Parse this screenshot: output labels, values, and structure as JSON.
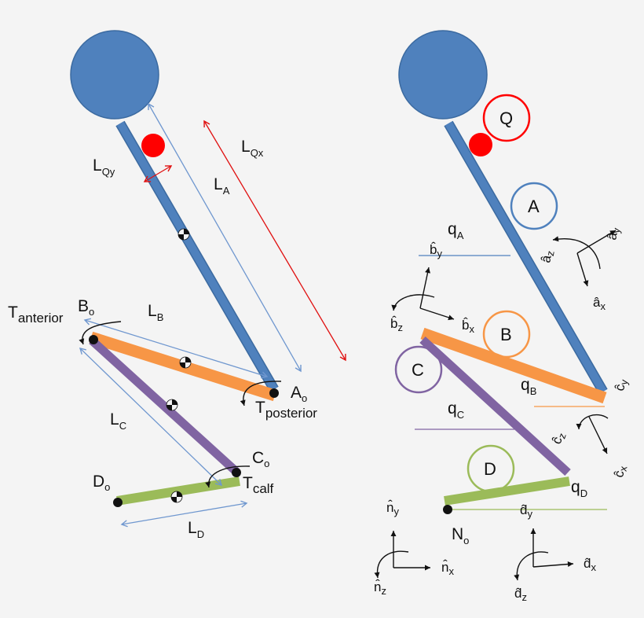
{
  "colors": {
    "body_blue": "#4f81bd",
    "orange": "#f79646",
    "purple": "#8064a2",
    "green": "#9bbb59",
    "red": "#ff0000",
    "arrow_blue": "#6f97cf",
    "arrow_red": "#e01010",
    "com_symbol": "#111111"
  },
  "left": {
    "labels": {
      "l_qy_main": "L",
      "l_qy_sub": "Qy",
      "l_qx_main": "L",
      "l_qx_sub": "Qx",
      "l_a_main": "L",
      "l_a_sub": "A",
      "l_b_main": "L",
      "l_b_sub": "B",
      "l_c_main": "L",
      "l_c_sub": "C",
      "l_d_main": "L",
      "l_d_sub": "D",
      "b_o_main": "B",
      "b_o_sub": "o",
      "a_o_main": "A",
      "a_o_sub": "o",
      "c_o_main": "C",
      "c_o_sub": "o",
      "d_o_main": "D",
      "d_o_sub": "o",
      "t_anterior_main": "T",
      "t_anterior_sub": "anterior",
      "t_posterior_main": "T",
      "t_posterior_sub": "posterior",
      "t_calf_main": "T",
      "t_calf_sub": "calf"
    }
  },
  "right": {
    "bodies": {
      "q": "Q",
      "a": "A",
      "b": "B",
      "c": "C",
      "d": "D"
    },
    "angles": {
      "q_a_main": "q",
      "q_a_sub": "A",
      "q_b_main": "q",
      "q_b_sub": "B",
      "q_c_main": "q",
      "q_c_sub": "C",
      "q_d_main": "q",
      "q_d_sub": "D"
    },
    "origin": {
      "main": "N",
      "sub": "o"
    },
    "vectors": {
      "a_y": "â",
      "a_y_sub": "y",
      "a_z": "â",
      "a_z_sub": "z",
      "a_x": "â",
      "a_x_sub": "x",
      "b_y": "b̂",
      "b_y_sub": "y",
      "b_z": "b̂",
      "b_z_sub": "z",
      "b_x": "b̂",
      "b_x_sub": "x",
      "c_y": "ĉ",
      "c_y_sub": "y",
      "c_z": "ĉ",
      "c_z_sub": "z",
      "c_x": "ĉ",
      "c_x_sub": "x",
      "n_y": "n̂",
      "n_y_sub": "y",
      "n_x": "n̂",
      "n_x_sub": "x",
      "n_z": "n̂",
      "n_z_sub": "z",
      "d_y": "d̂",
      "d_y_sub": "y",
      "d_x": "d̂",
      "d_x_sub": "x",
      "d_z": "d̂",
      "d_z_sub": "z"
    }
  }
}
